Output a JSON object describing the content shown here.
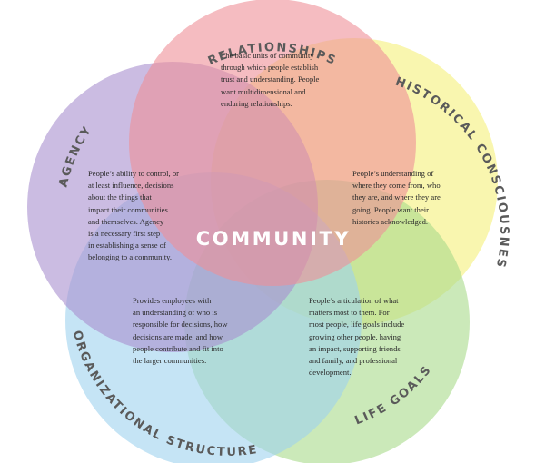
{
  "center": {
    "label": "COMMUNITY"
  },
  "circles": {
    "relationships": {
      "label": "RELATIONSHIPS",
      "color": "#ef8f98",
      "description": [
        "The basic units of community",
        "through which people establish",
        "trust and understanding. People",
        "want multidimensional and",
        "enduring relationships."
      ]
    },
    "historical": {
      "label": "HISTORICAL CONSCIOUSNESS",
      "color": "#f5f07a",
      "description": [
        "People’s understanding of",
        "where they come from, who",
        "they are, and where they are",
        "going. People want their",
        "histories acknowledged."
      ]
    },
    "agency": {
      "label": "AGENCY",
      "color": "#a98fce",
      "description": [
        "People’s ability to control, or",
        "at least influence, decisions",
        "about the things that",
        "impact their communities",
        "and themselves. Agency",
        "is a necessary first step",
        "in establishing a sense of",
        "belonging to a community."
      ]
    },
    "organizational": {
      "label": "ORGANIZATIONAL STRUCTURE",
      "color": "#9fd2ee",
      "description": [
        "Provides employees with",
        "an understanding of who is",
        "responsible for decisions, how",
        "decisions are made, and how",
        "people contribute and fit into",
        "the larger communities."
      ]
    },
    "life_goals": {
      "label": "LIFE GOALS",
      "color": "#a9db8a",
      "description": [
        "People’s articulation of what",
        "matters most to them. For",
        "most people, life goals include",
        "growing other people, having",
        "an impact, supporting friends",
        "and family, and professional",
        "development."
      ]
    }
  }
}
